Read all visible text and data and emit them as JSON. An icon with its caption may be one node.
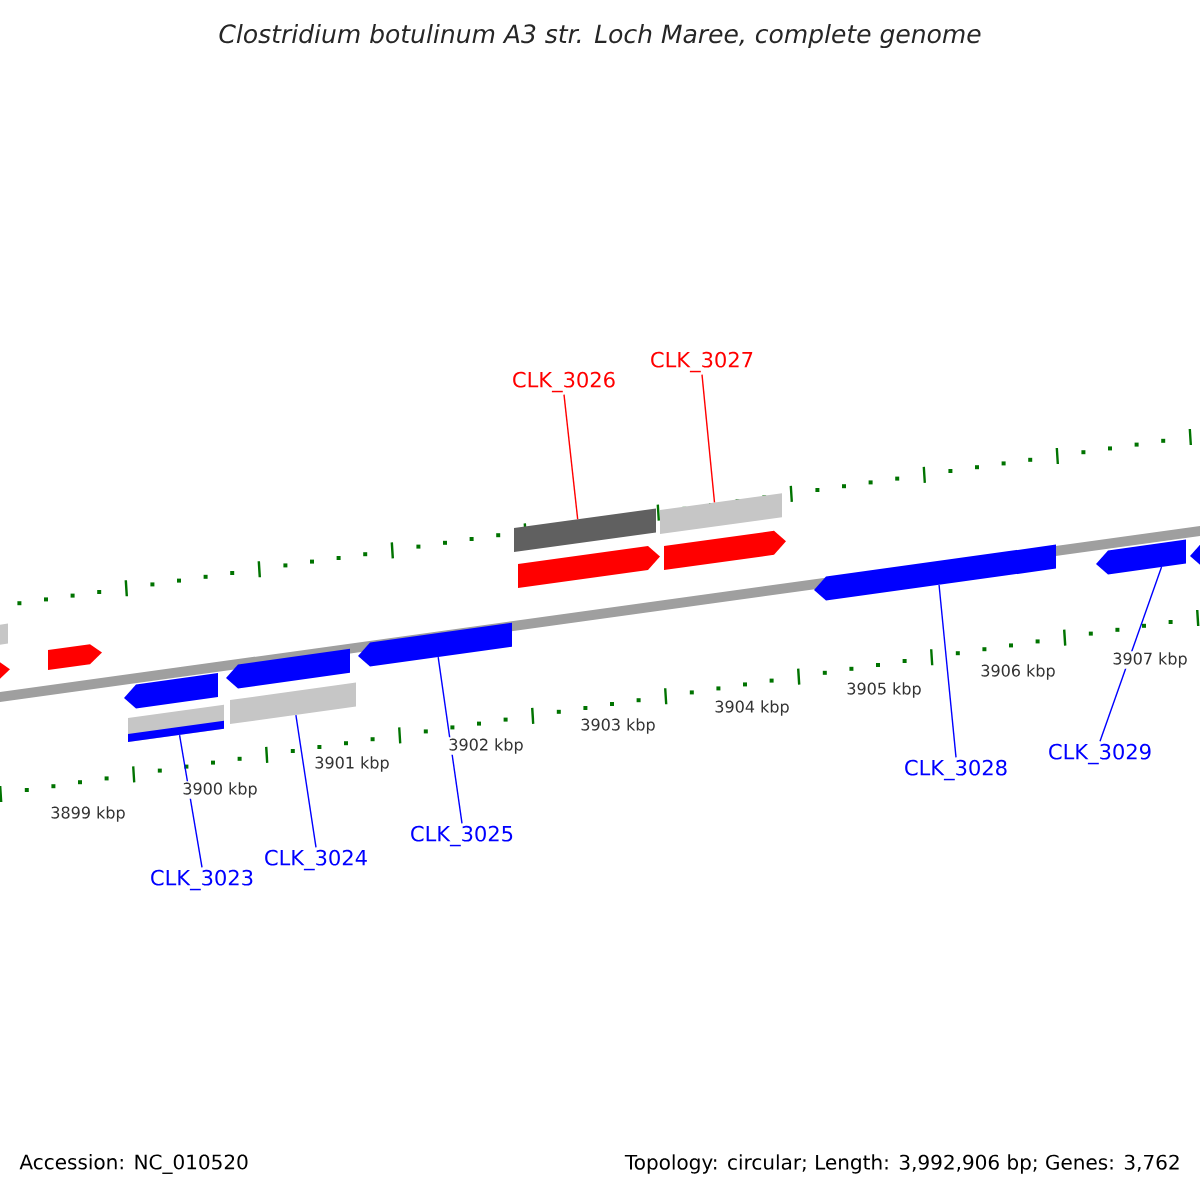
{
  "diagram": {
    "title": "Clostridium botulinum A3 str. Loch Maree, complete genome",
    "nodes": [
      {
        "text": [
          "CLK_3026"
        ]
      },
      {
        "text": [
          "CLK_3027"
        ]
      },
      {
        "text": [
          "CLK_3023"
        ]
      },
      {
        "text": [
          "CLK_3024"
        ]
      },
      {
        "text": [
          "CLK_3025"
        ]
      },
      {
        "text": [
          "CLK_3028"
        ]
      },
      {
        "text": [
          "CLK_3029"
        ]
      },
      {
        "text": [],
        "shape": "bar"
      },
      {
        "text": [],
        "shape": "bar"
      },
      {
        "text": [],
        "shape": "bar"
      },
      {
        "text": [],
        "shape": "bar"
      },
      {
        "text": [],
        "shape": "arrow"
      },
      {
        "text": [],
        "shape": "arrow"
      },
      {
        "text": [],
        "shape": "arrow"
      },
      {
        "text": [],
        "shape": "arrow"
      },
      {
        "text": [],
        "shape": "arrow"
      },
      {
        "text": [],
        "shape": "arrow"
      },
      {
        "text": [],
        "shape": "arrow"
      },
      {
        "text": [],
        "shape": "bar"
      },
      {
        "text": [],
        "shape": "arrow"
      },
      {
        "text": [],
        "shape": "arrow"
      },
      {
        "text": [],
        "shape": "arrow"
      }
    ],
    "edges": [
      {
        "from": 0,
        "to": 8,
        "arrow": "none",
        "color": "#ff0000"
      },
      {
        "from": 1,
        "to": 9,
        "arrow": "none",
        "color": "#ff0000"
      },
      {
        "from": 2,
        "to": 7,
        "arrow": "none"
      },
      {
        "from": 3,
        "to": 10,
        "arrow": "none"
      },
      {
        "from": 4,
        "to": 11,
        "arrow": "none"
      },
      {
        "from": 5,
        "to": 12,
        "arrow": "none"
      },
      {
        "from": 6,
        "to": 13,
        "arrow": "none"
      }
    ],
    "labels": [
      "3899 kbp",
      "3900 kbp",
      "3901 kbp",
      "3902 kbp",
      "3903 kbp",
      "3904 kbp",
      "3905 kbp",
      "3906 kbp",
      "3907 kbp",
      "Accession: NC_010520",
      "Topology: circular; Length: 3,992,906 bp; Genes: 3,762"
    ]
  }
}
